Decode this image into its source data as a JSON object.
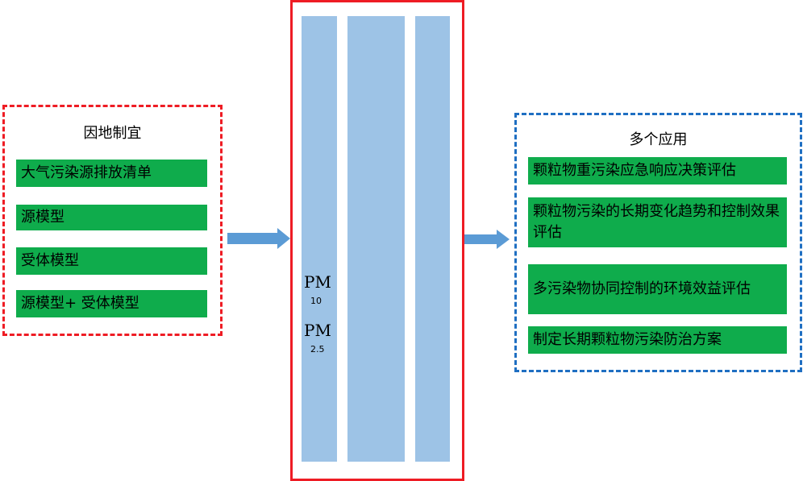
{
  "left_panel": {
    "title": "因地制宜",
    "items": [
      "大气污染源排放清单",
      "源模型",
      "受体模型",
      "源模型+ 受体模型"
    ]
  },
  "center": {
    "labels": [
      {
        "text": "PM",
        "sub": "10"
      },
      {
        "text": "PM",
        "sub": "2.5"
      }
    ]
  },
  "right_panel": {
    "title": "多个应用",
    "items": [
      "颗粒物重污染应急响应决策评估",
      "颗粒物污染的长期变化趋势和控制效果评估",
      "多污染物协同控制的环境效益评估",
      "制定长期颗粒物污染防治方案"
    ]
  },
  "colors": {
    "left_border": "#ee1c24",
    "right_border": "#1f6fc2",
    "item_fill": "#0fac4c",
    "column_fill": "#9dc3e6",
    "arrow_fill": "#5b9bd5"
  }
}
